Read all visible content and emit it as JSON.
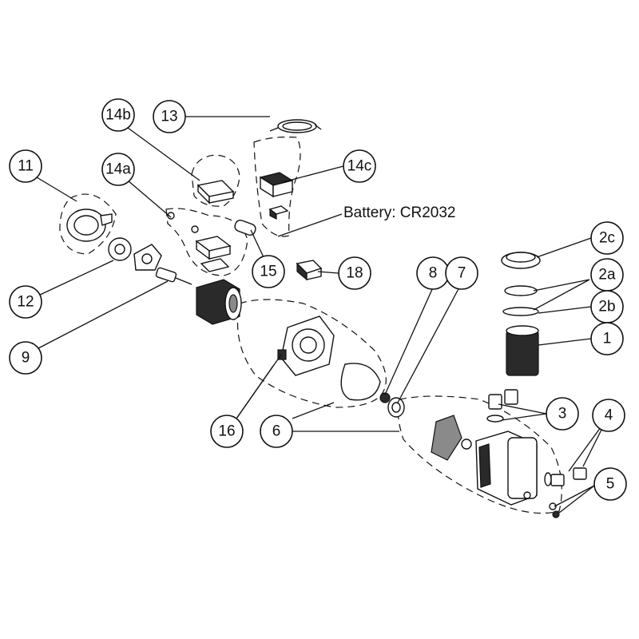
{
  "callouts": {
    "c13": "13",
    "c14b": "14b",
    "c14c": "14c",
    "c11": "11",
    "c14a": "14a",
    "c15": "15",
    "c18": "18",
    "c12": "12",
    "c9": "9",
    "c8": "8",
    "c7": "7",
    "c2c": "2c",
    "c2a": "2a",
    "c2b": "2b",
    "c1": "1",
    "c3": "3",
    "c4": "4",
    "c5": "5",
    "c16": "16",
    "c6": "6"
  },
  "notes": {
    "battery": "Battery: CR2032"
  }
}
